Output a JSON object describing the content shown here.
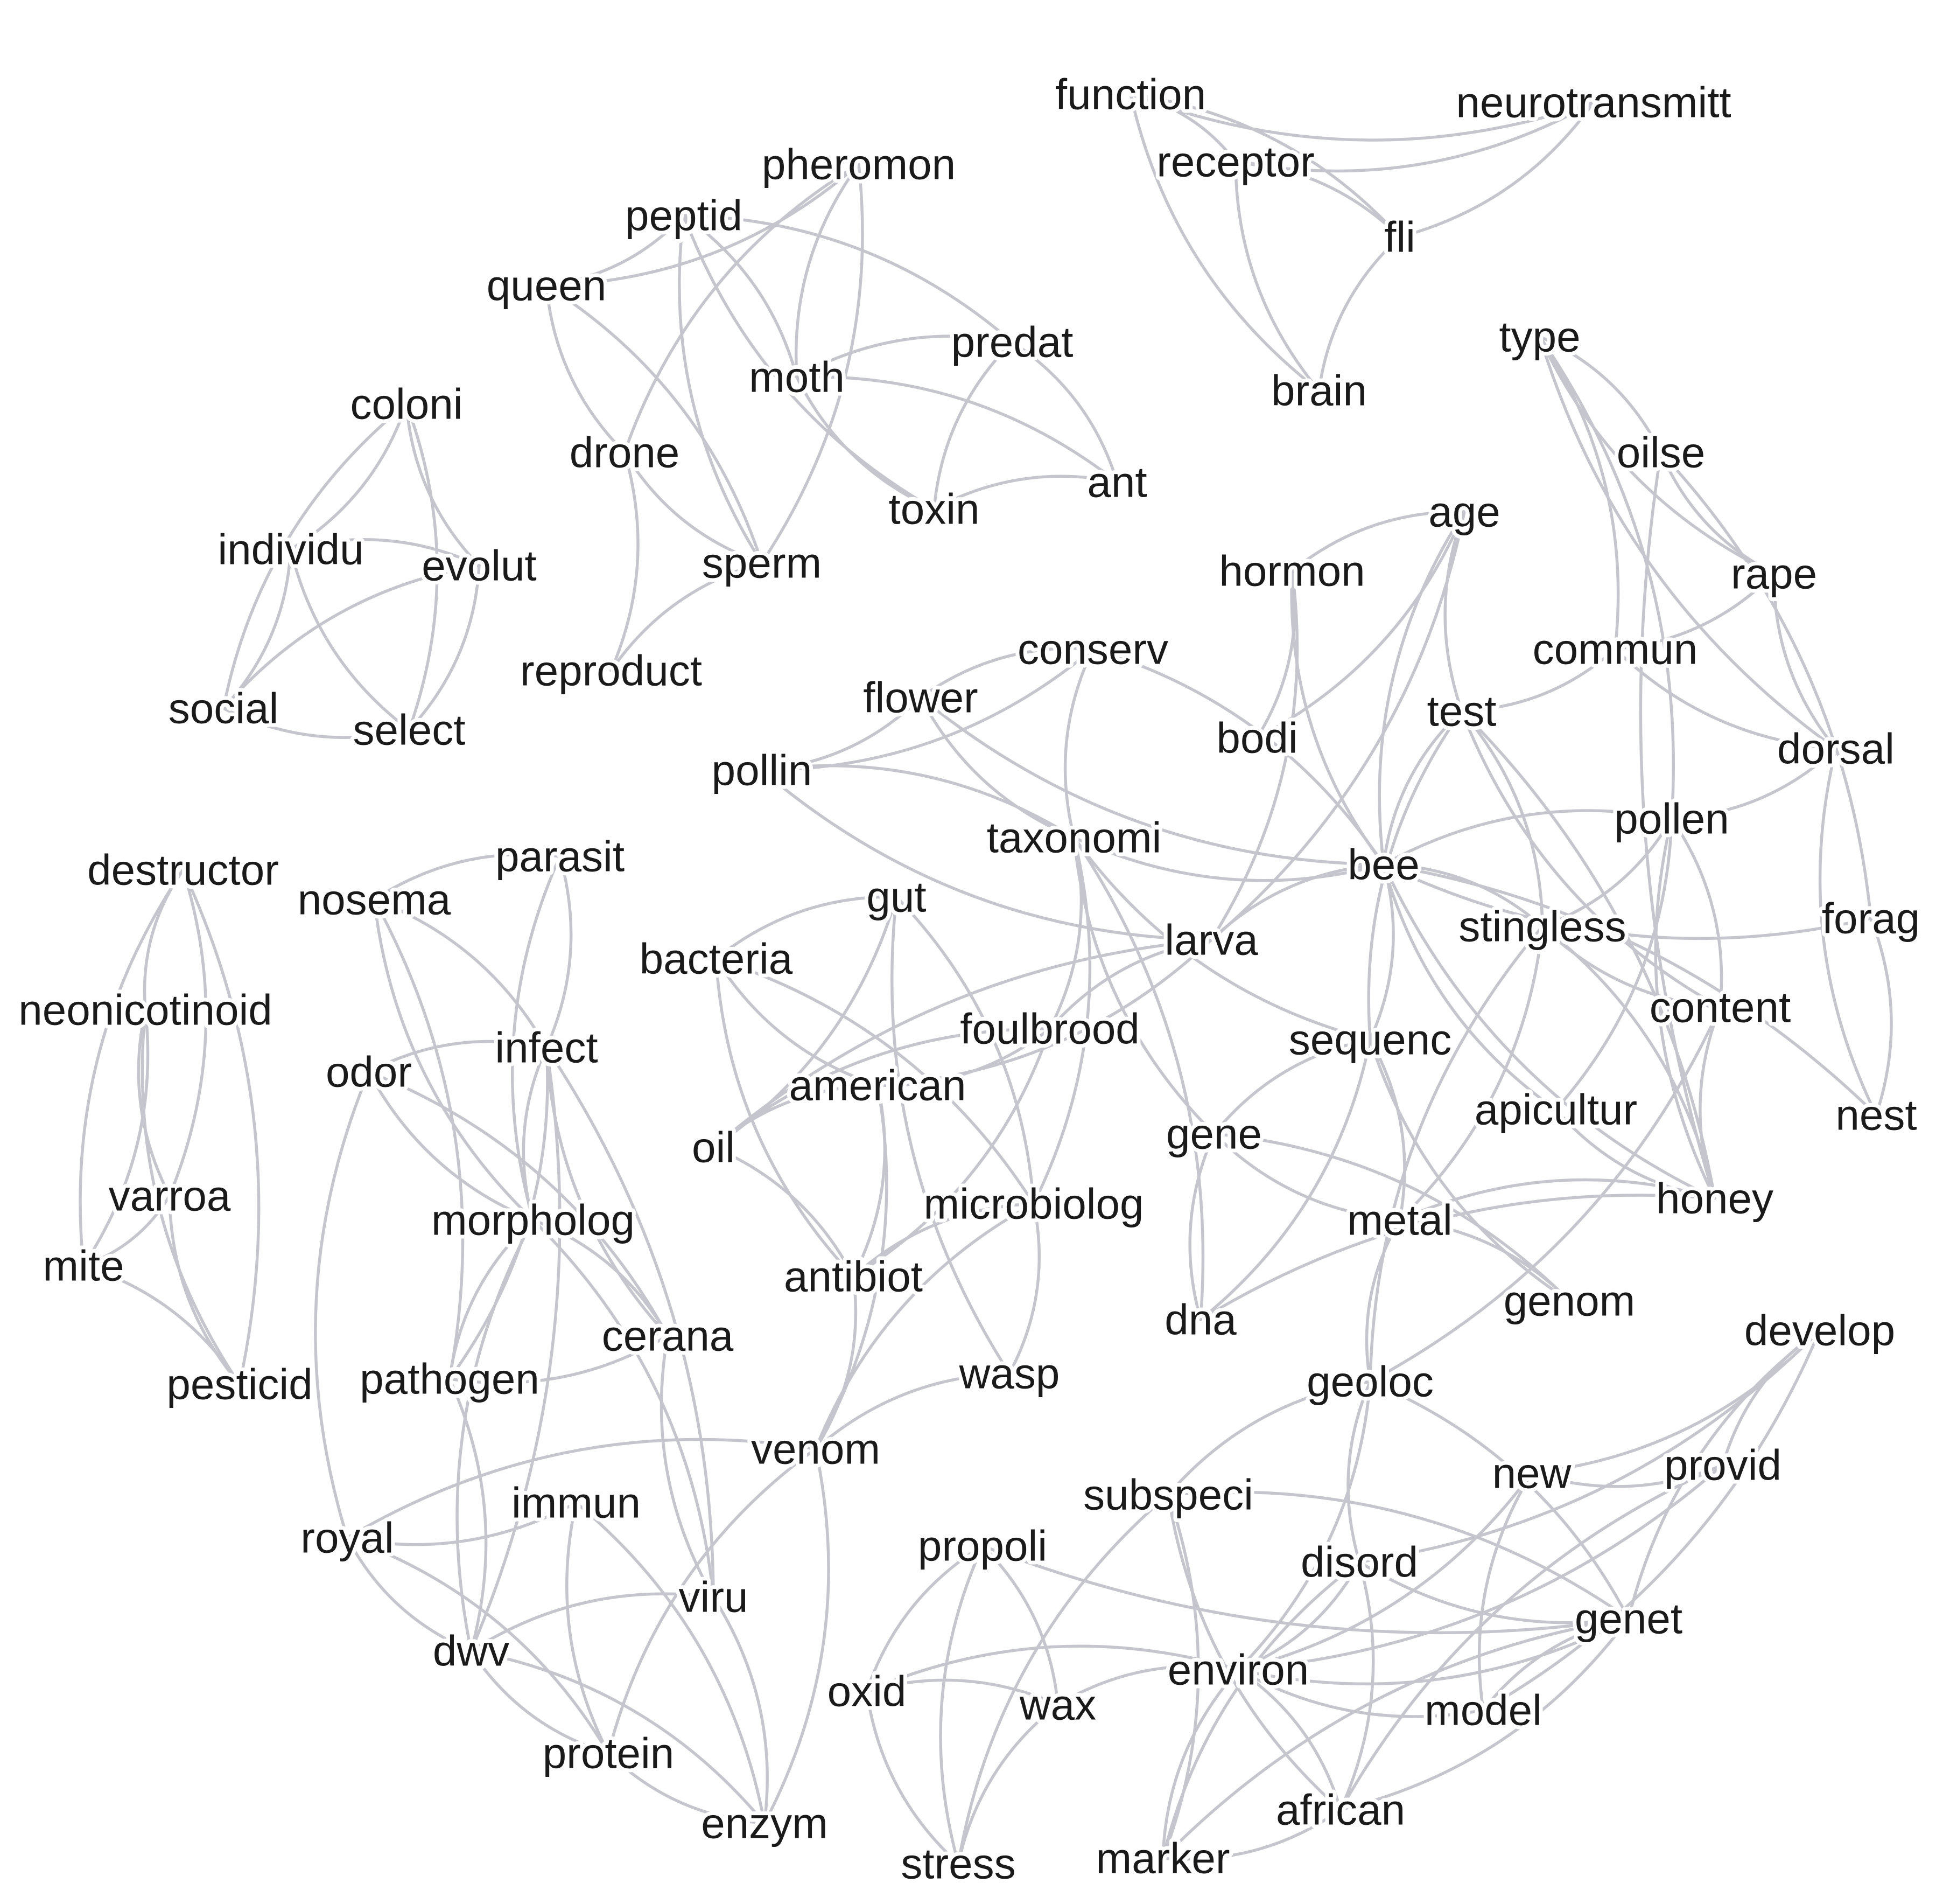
{
  "diagram": {
    "type": "network",
    "edge_color": "#c5c6cd",
    "label_color": "#1a1a1a",
    "nodes": [
      {
        "id": "function",
        "label": "function"
      },
      {
        "id": "neurotransmitt",
        "label": "neurotransmitt"
      },
      {
        "id": "receptor",
        "label": "receptor"
      },
      {
        "id": "fli",
        "label": "fli"
      },
      {
        "id": "brain",
        "label": "brain"
      },
      {
        "id": "pheromon",
        "label": "pheromon"
      },
      {
        "id": "peptid",
        "label": "peptid"
      },
      {
        "id": "queen",
        "label": "queen"
      },
      {
        "id": "predat",
        "label": "predat"
      },
      {
        "id": "moth",
        "label": "moth"
      },
      {
        "id": "drone",
        "label": "drone"
      },
      {
        "id": "ant",
        "label": "ant"
      },
      {
        "id": "toxin",
        "label": "toxin"
      },
      {
        "id": "sperm",
        "label": "sperm"
      },
      {
        "id": "reproduct",
        "label": "reproduct"
      },
      {
        "id": "coloni",
        "label": "coloni"
      },
      {
        "id": "individu",
        "label": "individu"
      },
      {
        "id": "evolut",
        "label": "evolut"
      },
      {
        "id": "social",
        "label": "social"
      },
      {
        "id": "select",
        "label": "select"
      },
      {
        "id": "type",
        "label": "type"
      },
      {
        "id": "oilse",
        "label": "oilse"
      },
      {
        "id": "age",
        "label": "age"
      },
      {
        "id": "hormon",
        "label": "hormon"
      },
      {
        "id": "rape",
        "label": "rape"
      },
      {
        "id": "conserv",
        "label": "conserv"
      },
      {
        "id": "commun",
        "label": "commun"
      },
      {
        "id": "flower",
        "label": "flower"
      },
      {
        "id": "test",
        "label": "test"
      },
      {
        "id": "bodi",
        "label": "bodi"
      },
      {
        "id": "dorsal",
        "label": "dorsal"
      },
      {
        "id": "pollin",
        "label": "pollin"
      },
      {
        "id": "pollen",
        "label": "pollen"
      },
      {
        "id": "taxonomi",
        "label": "taxonomi"
      },
      {
        "id": "bee",
        "label": "bee"
      },
      {
        "id": "destructor",
        "label": "destructor"
      },
      {
        "id": "parasit",
        "label": "parasit"
      },
      {
        "id": "forag",
        "label": "forag"
      },
      {
        "id": "nosema",
        "label": "nosema"
      },
      {
        "id": "gut",
        "label": "gut"
      },
      {
        "id": "larva",
        "label": "larva"
      },
      {
        "id": "stingless",
        "label": "stingless"
      },
      {
        "id": "bacteria",
        "label": "bacteria"
      },
      {
        "id": "neonicotinoid",
        "label": "neonicotinoid"
      },
      {
        "id": "foulbrood",
        "label": "foulbrood"
      },
      {
        "id": "content",
        "label": "content"
      },
      {
        "id": "infect",
        "label": "infect"
      },
      {
        "id": "sequenc",
        "label": "sequenc"
      },
      {
        "id": "odor",
        "label": "odor"
      },
      {
        "id": "american",
        "label": "american"
      },
      {
        "id": "nest",
        "label": "nest"
      },
      {
        "id": "apicultur",
        "label": "apicultur"
      },
      {
        "id": "oil",
        "label": "oil"
      },
      {
        "id": "gene",
        "label": "gene"
      },
      {
        "id": "varroa",
        "label": "varroa"
      },
      {
        "id": "microbiolog",
        "label": "microbiolog"
      },
      {
        "id": "honey",
        "label": "honey"
      },
      {
        "id": "morpholog",
        "label": "morpholog"
      },
      {
        "id": "metal",
        "label": "metal"
      },
      {
        "id": "mite",
        "label": "mite"
      },
      {
        "id": "antibiot",
        "label": "antibiot"
      },
      {
        "id": "genom",
        "label": "genom"
      },
      {
        "id": "dna",
        "label": "dna"
      },
      {
        "id": "develop",
        "label": "develop"
      },
      {
        "id": "cerana",
        "label": "cerana"
      },
      {
        "id": "pesticid",
        "label": "pesticid"
      },
      {
        "id": "pathogen",
        "label": "pathogen"
      },
      {
        "id": "wasp",
        "label": "wasp"
      },
      {
        "id": "geoloc",
        "label": "geoloc"
      },
      {
        "id": "venom",
        "label": "venom"
      },
      {
        "id": "new",
        "label": "new"
      },
      {
        "id": "provid",
        "label": "provid"
      },
      {
        "id": "subspeci",
        "label": "subspeci"
      },
      {
        "id": "immun",
        "label": "immun"
      },
      {
        "id": "royal",
        "label": "royal"
      },
      {
        "id": "propoli",
        "label": "propoli"
      },
      {
        "id": "disord",
        "label": "disord"
      },
      {
        "id": "viru",
        "label": "viru"
      },
      {
        "id": "genet",
        "label": "genet"
      },
      {
        "id": "dwv",
        "label": "dwv"
      },
      {
        "id": "environ",
        "label": "environ"
      },
      {
        "id": "oxid",
        "label": "oxid"
      },
      {
        "id": "wax",
        "label": "wax"
      },
      {
        "id": "model",
        "label": "model"
      },
      {
        "id": "protein",
        "label": "protein"
      },
      {
        "id": "african",
        "label": "african"
      },
      {
        "id": "enzym",
        "label": "enzym"
      },
      {
        "id": "stress",
        "label": "stress"
      },
      {
        "id": "marker",
        "label": "marker"
      }
    ],
    "edges": [
      [
        "function",
        "neurotransmitt"
      ],
      [
        "function",
        "fli"
      ],
      [
        "function",
        "brain"
      ],
      [
        "function",
        "receptor"
      ],
      [
        "receptor",
        "neurotransmitt"
      ],
      [
        "receptor",
        "fli"
      ],
      [
        "receptor",
        "brain"
      ],
      [
        "neurotransmitt",
        "fli"
      ],
      [
        "fli",
        "brain"
      ],
      [
        "pheromon",
        "queen"
      ],
      [
        "pheromon",
        "drone"
      ],
      [
        "pheromon",
        "sperm"
      ],
      [
        "pheromon",
        "moth"
      ],
      [
        "peptid",
        "moth"
      ],
      [
        "peptid",
        "toxin"
      ],
      [
        "peptid",
        "predat"
      ],
      [
        "peptid",
        "sperm"
      ],
      [
        "peptid",
        "queen"
      ],
      [
        "queen",
        "drone"
      ],
      [
        "queen",
        "sperm"
      ],
      [
        "predat",
        "toxin"
      ],
      [
        "predat",
        "ant"
      ],
      [
        "predat",
        "moth"
      ],
      [
        "moth",
        "ant"
      ],
      [
        "moth",
        "toxin"
      ],
      [
        "toxin",
        "ant"
      ],
      [
        "drone",
        "sperm"
      ],
      [
        "drone",
        "reproduct"
      ],
      [
        "sperm",
        "reproduct"
      ],
      [
        "coloni",
        "individu"
      ],
      [
        "coloni",
        "evolut"
      ],
      [
        "coloni",
        "select"
      ],
      [
        "coloni",
        "social"
      ],
      [
        "individu",
        "evolut"
      ],
      [
        "individu",
        "select"
      ],
      [
        "individu",
        "social"
      ],
      [
        "evolut",
        "social"
      ],
      [
        "evolut",
        "select"
      ],
      [
        "social",
        "select"
      ],
      [
        "type",
        "oilse"
      ],
      [
        "type",
        "rape"
      ],
      [
        "type",
        "commun"
      ],
      [
        "type",
        "dorsal"
      ],
      [
        "type",
        "pollen"
      ],
      [
        "oilse",
        "rape"
      ],
      [
        "oilse",
        "forag"
      ],
      [
        "oilse",
        "honey"
      ],
      [
        "rape",
        "commun"
      ],
      [
        "rape",
        "dorsal"
      ],
      [
        "commun",
        "test"
      ],
      [
        "commun",
        "dorsal"
      ],
      [
        "dorsal",
        "pollen"
      ],
      [
        "dorsal",
        "nest"
      ],
      [
        "forag",
        "nest"
      ],
      [
        "age",
        "hormon"
      ],
      [
        "age",
        "bodi"
      ],
      [
        "age",
        "bee"
      ],
      [
        "age",
        "larva"
      ],
      [
        "age",
        "test"
      ],
      [
        "hormon",
        "bodi"
      ],
      [
        "hormon",
        "bee"
      ],
      [
        "hormon",
        "larva"
      ],
      [
        "test",
        "bee"
      ],
      [
        "test",
        "stingless"
      ],
      [
        "test",
        "content"
      ],
      [
        "test",
        "honey"
      ],
      [
        "test",
        "sequenc"
      ],
      [
        "bee",
        "pollen"
      ],
      [
        "bee",
        "forag"
      ],
      [
        "bee",
        "stingless"
      ],
      [
        "bee",
        "honey"
      ],
      [
        "bee",
        "nest"
      ],
      [
        "bee",
        "larva"
      ],
      [
        "bee",
        "taxonomi"
      ],
      [
        "bee",
        "conserv"
      ],
      [
        "bee",
        "sequenc"
      ],
      [
        "bee",
        "apicultur"
      ],
      [
        "bee",
        "flower"
      ],
      [
        "stingless",
        "pollen"
      ],
      [
        "stingless",
        "honey"
      ],
      [
        "stingless",
        "content"
      ],
      [
        "stingless",
        "metal"
      ],
      [
        "stingless",
        "geoloc"
      ],
      [
        "pollen",
        "content"
      ],
      [
        "pollen",
        "honey"
      ],
      [
        "pollen",
        "apicultur"
      ],
      [
        "content",
        "honey"
      ],
      [
        "content",
        "geoloc"
      ],
      [
        "honey",
        "metal"
      ],
      [
        "honey",
        "apicultur"
      ],
      [
        "conserv",
        "flower"
      ],
      [
        "conserv",
        "pollin"
      ],
      [
        "conserv",
        "taxonomi"
      ],
      [
        "flower",
        "pollin"
      ],
      [
        "flower",
        "taxonomi"
      ],
      [
        "pollin",
        "taxonomi"
      ],
      [
        "pollin",
        "larva"
      ],
      [
        "taxonomi",
        "foulbrood"
      ],
      [
        "taxonomi",
        "gene"
      ],
      [
        "taxonomi",
        "dna"
      ],
      [
        "taxonomi",
        "sequenc"
      ],
      [
        "taxonomi",
        "microbiolog"
      ],
      [
        "larva",
        "foulbrood"
      ],
      [
        "larva",
        "american"
      ],
      [
        "larva",
        "oil"
      ],
      [
        "foulbrood",
        "american"
      ],
      [
        "foulbrood",
        "oil"
      ],
      [
        "foulbrood",
        "antibiot"
      ],
      [
        "gut",
        "bacteria"
      ],
      [
        "gut",
        "microbiolog"
      ],
      [
        "gut",
        "wasp"
      ],
      [
        "gut",
        "oil"
      ],
      [
        "bacteria",
        "american"
      ],
      [
        "bacteria",
        "microbiolog"
      ],
      [
        "bacteria",
        "antibiot"
      ],
      [
        "american",
        "antibiot"
      ],
      [
        "american",
        "oil"
      ],
      [
        "american",
        "venom"
      ],
      [
        "microbiolog",
        "antibiot"
      ],
      [
        "microbiolog",
        "wasp"
      ],
      [
        "microbiolog",
        "venom"
      ],
      [
        "antibiot",
        "venom"
      ],
      [
        "wasp",
        "venom"
      ],
      [
        "oil",
        "antibiot"
      ],
      [
        "sequenc",
        "gene"
      ],
      [
        "sequenc",
        "metal"
      ],
      [
        "sequenc",
        "genom"
      ],
      [
        "sequenc",
        "dna"
      ],
      [
        "gene",
        "dna"
      ],
      [
        "gene",
        "genom"
      ],
      [
        "gene",
        "metal"
      ],
      [
        "metal",
        "genom"
      ],
      [
        "metal",
        "geoloc"
      ],
      [
        "dna",
        "honey"
      ],
      [
        "destructor",
        "neonicotinoid"
      ],
      [
        "destructor",
        "varroa"
      ],
      [
        "destructor",
        "mite"
      ],
      [
        "destructor",
        "pesticid"
      ],
      [
        "neonicotinoid",
        "varroa"
      ],
      [
        "neonicotinoid",
        "mite"
      ],
      [
        "neonicotinoid",
        "pesticid"
      ],
      [
        "varroa",
        "mite"
      ],
      [
        "varroa",
        "pesticid"
      ],
      [
        "mite",
        "pesticid"
      ],
      [
        "parasit",
        "nosema"
      ],
      [
        "parasit",
        "infect"
      ],
      [
        "parasit",
        "morpholog"
      ],
      [
        "nosema",
        "infect"
      ],
      [
        "nosema",
        "morpholog"
      ],
      [
        "nosema",
        "pathogen"
      ],
      [
        "infect",
        "morpholog"
      ],
      [
        "infect",
        "pathogen"
      ],
      [
        "infect",
        "cerana"
      ],
      [
        "infect",
        "viru"
      ],
      [
        "infect",
        "odor"
      ],
      [
        "infect",
        "dwv"
      ],
      [
        "odor",
        "morpholog"
      ],
      [
        "odor",
        "cerana"
      ],
      [
        "odor",
        "royal"
      ],
      [
        "morpholog",
        "cerana"
      ],
      [
        "morpholog",
        "pathogen"
      ],
      [
        "morpholog",
        "viru"
      ],
      [
        "morpholog",
        "dwv"
      ],
      [
        "cerana",
        "pathogen"
      ],
      [
        "cerana",
        "viru"
      ],
      [
        "pathogen",
        "dwv"
      ],
      [
        "venom",
        "royal"
      ],
      [
        "venom",
        "enzym"
      ],
      [
        "venom",
        "protein"
      ],
      [
        "immun",
        "royal"
      ],
      [
        "immun",
        "protein"
      ],
      [
        "immun",
        "enzym"
      ],
      [
        "royal",
        "dwv"
      ],
      [
        "royal",
        "protein"
      ],
      [
        "viru",
        "dwv"
      ],
      [
        "viru",
        "enzym"
      ],
      [
        "dwv",
        "protein"
      ],
      [
        "dwv",
        "enzym"
      ],
      [
        "protein",
        "enzym"
      ],
      [
        "develop",
        "new"
      ],
      [
        "develop",
        "provid"
      ],
      [
        "develop",
        "model"
      ],
      [
        "develop",
        "genet"
      ],
      [
        "develop",
        "disord"
      ],
      [
        "new",
        "provid"
      ],
      [
        "new",
        "environ"
      ],
      [
        "new",
        "model"
      ],
      [
        "provid",
        "environ"
      ],
      [
        "provid",
        "african"
      ],
      [
        "geoloc",
        "genet"
      ],
      [
        "geoloc",
        "disord"
      ],
      [
        "geoloc",
        "environ"
      ],
      [
        "geoloc",
        "subspeci"
      ],
      [
        "subspeci",
        "genet"
      ],
      [
        "subspeci",
        "african"
      ],
      [
        "subspeci",
        "marker"
      ],
      [
        "subspeci",
        "stress"
      ],
      [
        "disord",
        "environ"
      ],
      [
        "disord",
        "genet"
      ],
      [
        "disord",
        "african"
      ],
      [
        "disord",
        "marker"
      ],
      [
        "genet",
        "environ"
      ],
      [
        "genet",
        "model"
      ],
      [
        "genet",
        "african"
      ],
      [
        "genet",
        "marker"
      ],
      [
        "genet",
        "propoli"
      ],
      [
        "propoli",
        "oxid"
      ],
      [
        "propoli",
        "wax"
      ],
      [
        "propoli",
        "stress"
      ],
      [
        "oxid",
        "wax"
      ],
      [
        "oxid",
        "stress"
      ],
      [
        "oxid",
        "environ"
      ],
      [
        "wax",
        "stress"
      ],
      [
        "wax",
        "environ"
      ],
      [
        "environ",
        "model"
      ],
      [
        "environ",
        "african"
      ],
      [
        "environ",
        "marker"
      ],
      [
        "african",
        "marker"
      ]
    ]
  }
}
